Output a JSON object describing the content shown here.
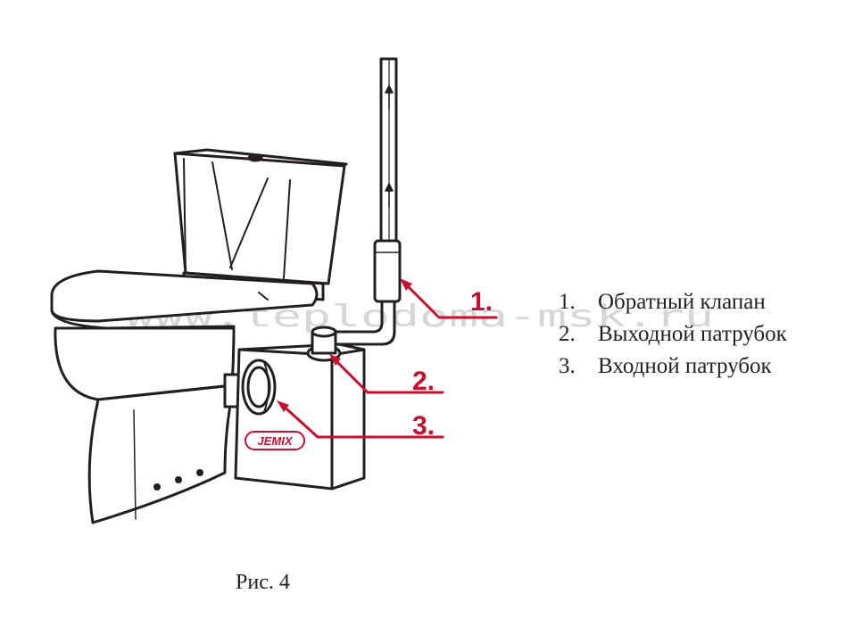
{
  "colors": {
    "line": "#231f20",
    "accent": "#c8102e",
    "watermark": "#cfcfcf"
  },
  "watermark": "www.teplodoma-msk.ru",
  "brand_logo": "JEMIX",
  "callouts": [
    "1.",
    "2.",
    "3."
  ],
  "legend": [
    {
      "num": "1.",
      "label": "Обратный клапан"
    },
    {
      "num": "2.",
      "label": "Выходной патрубок"
    },
    {
      "num": "3.",
      "label": "Входной патрубок"
    }
  ],
  "caption": "Рис. 4"
}
